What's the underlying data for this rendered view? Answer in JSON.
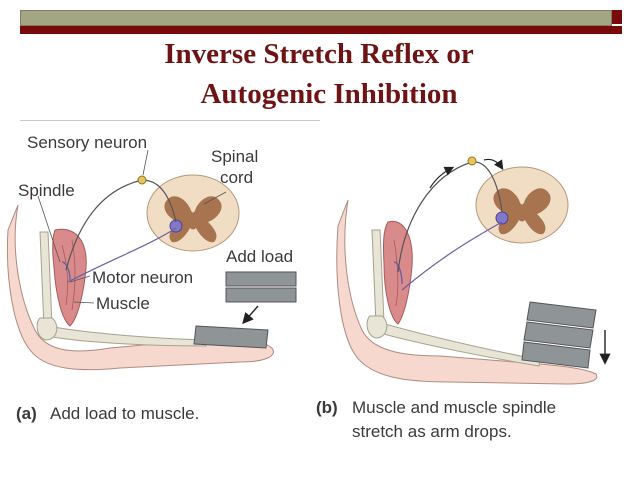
{
  "title": {
    "line1": "Inverse Stretch Reflex or",
    "line2": "Autogenic Inhibition"
  },
  "panel_a": {
    "labels": {
      "sensory_neuron": "Sensory neuron",
      "spinal": "Spinal",
      "cord": "cord",
      "spindle": "Spindle",
      "add_load": "Add load",
      "motor_neuron": "Motor neuron",
      "muscle": "Muscle"
    },
    "caption_tag": "(a)",
    "caption": "Add load to muscle."
  },
  "panel_b": {
    "caption_tag": "(b)",
    "caption_line1": "Muscle and muscle spindle",
    "caption_line2": "stretch as arm drops."
  },
  "colors": {
    "title": "#6e1414",
    "accent_bar": "#7a0a0a",
    "top_bar": "#a4a582",
    "muscle": "#d98a8a",
    "spinal_cord_white": "#f1ddc4",
    "spinal_cord_gray": "#a8734f",
    "skin": "#f6d8cf",
    "neuron": "#6b5fa8",
    "ganglion": "#e6c65a",
    "load_block": "#8f9497"
  }
}
